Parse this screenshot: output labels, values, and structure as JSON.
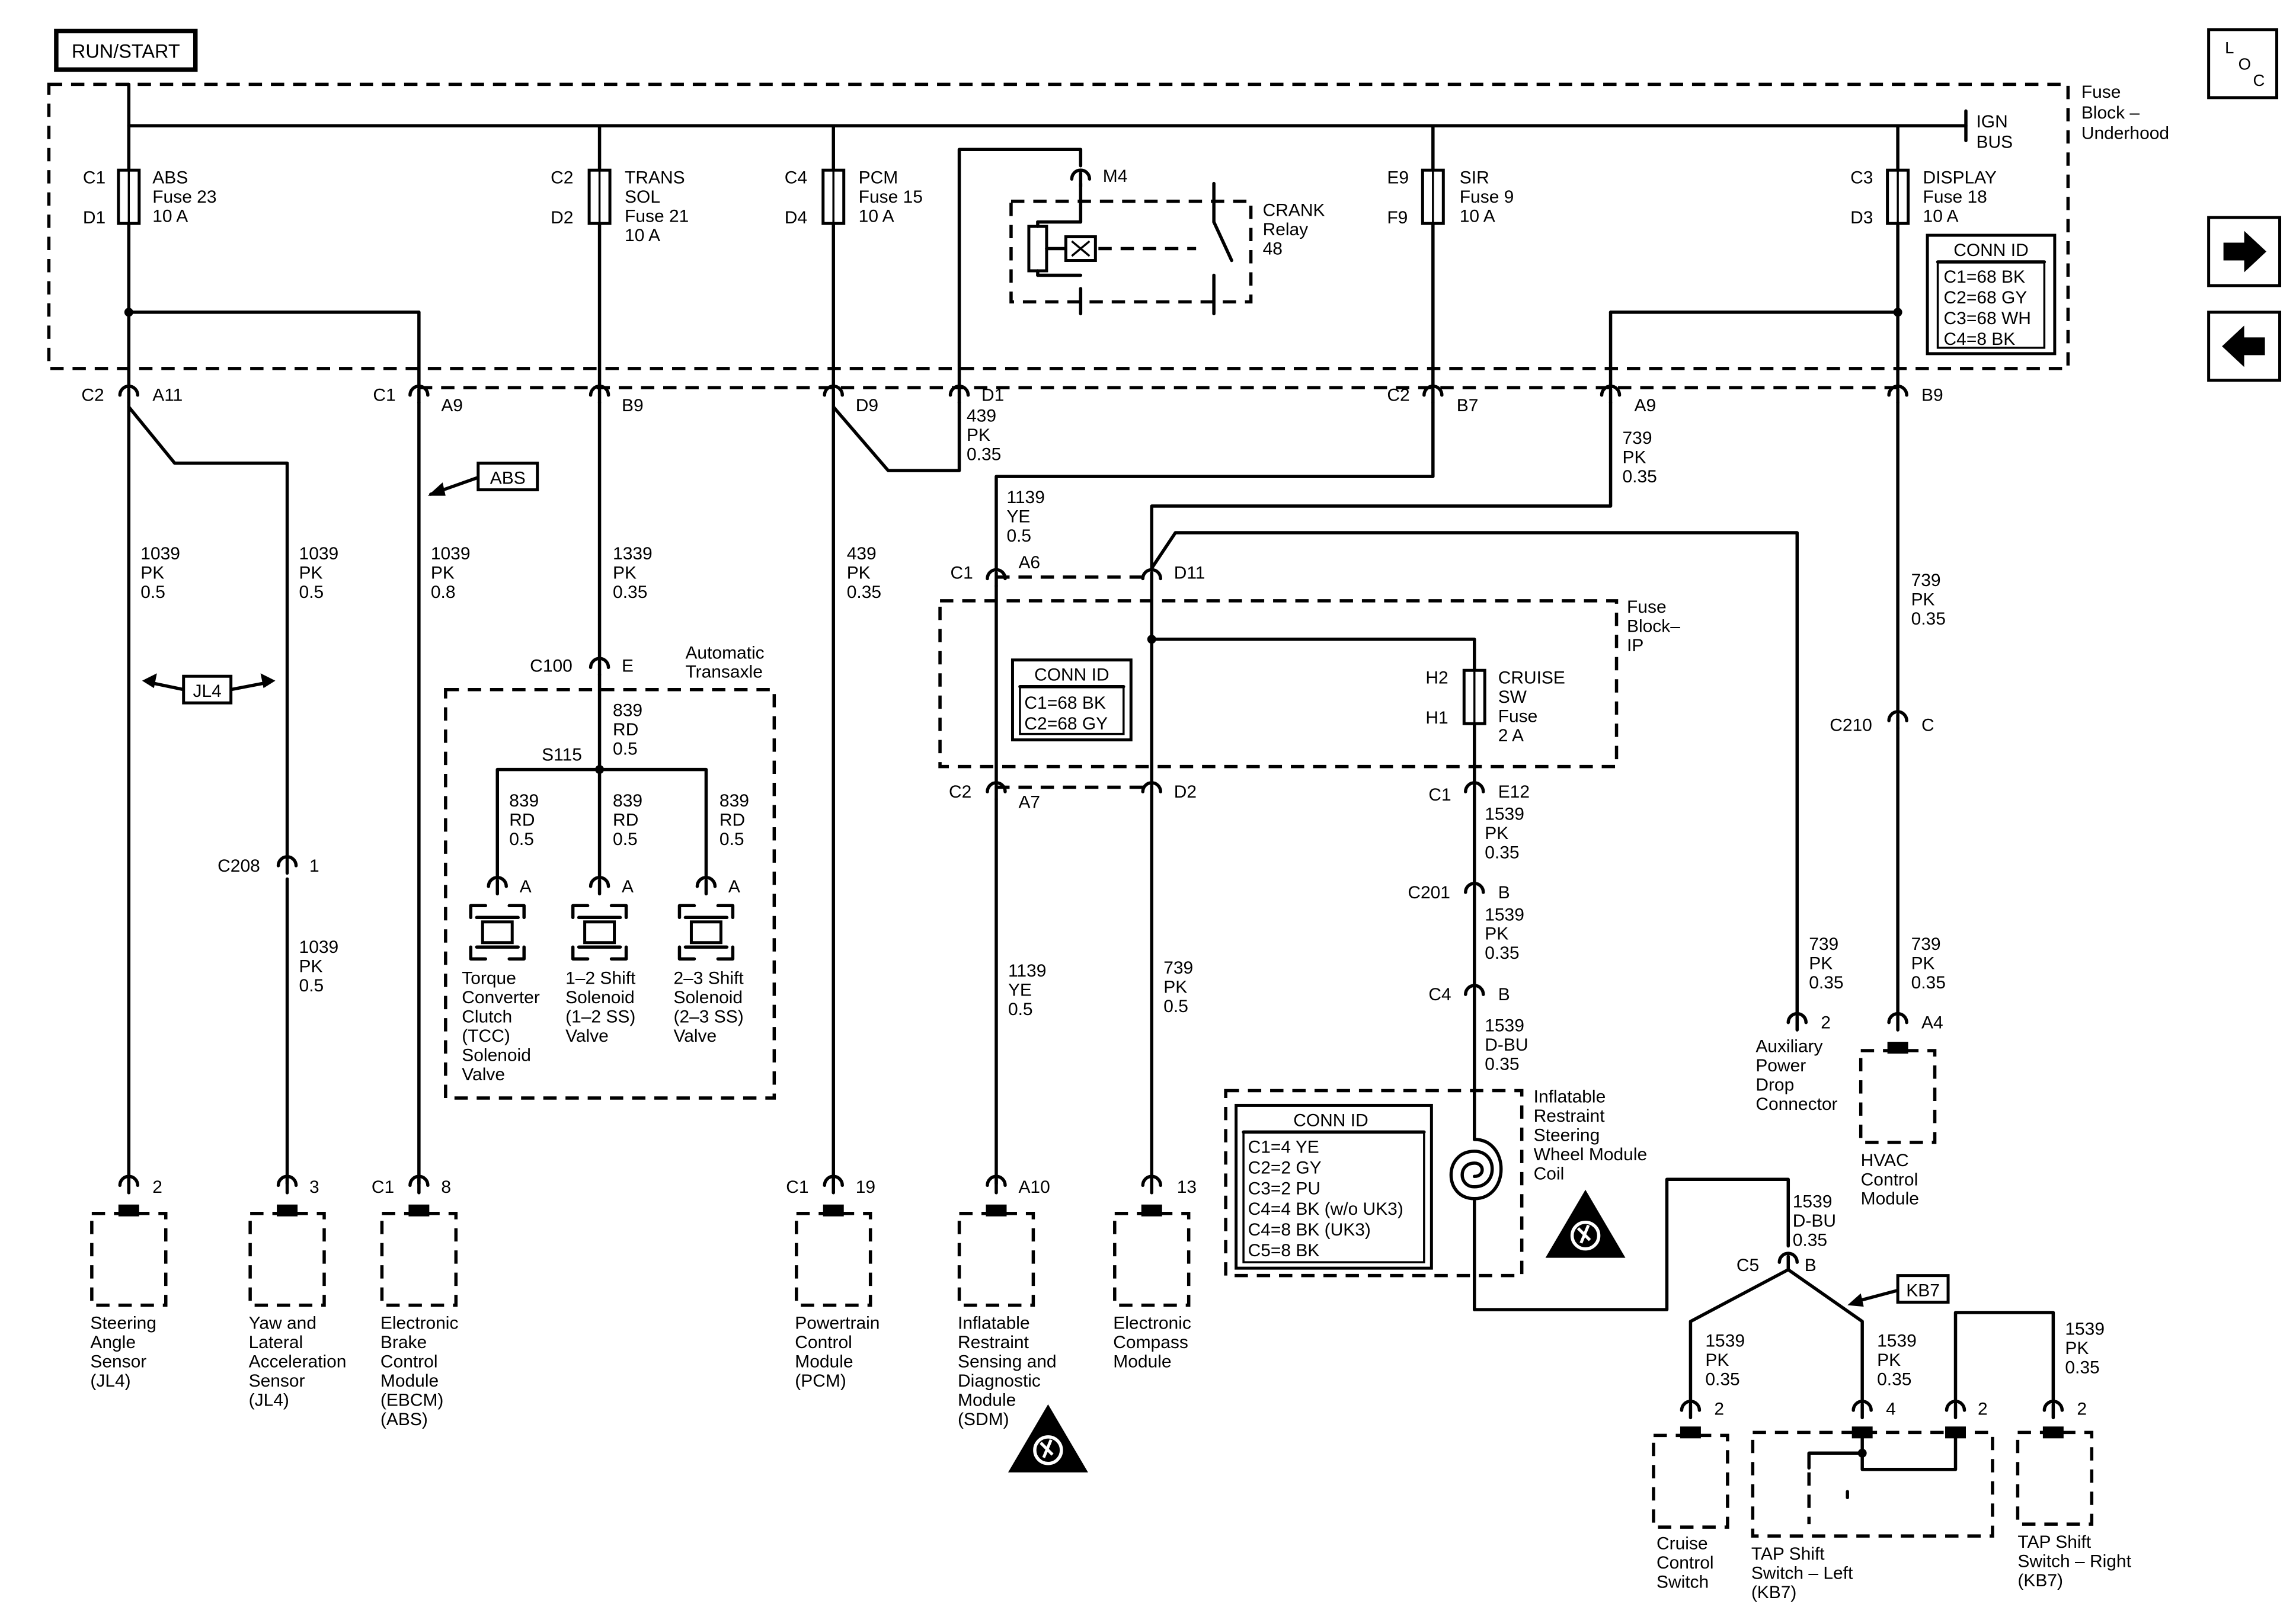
{
  "header": {
    "run_start": "RUN/START",
    "loc": [
      "L",
      "O",
      "C"
    ],
    "fuse_block_underhood": [
      "Fuse",
      "Block –",
      "Underhood"
    ],
    "ign_bus": [
      "IGN",
      "BUS"
    ]
  },
  "fuses": {
    "abs": {
      "pins": [
        "C1",
        "D1"
      ],
      "text": [
        "ABS",
        "Fuse 23",
        "10 A"
      ]
    },
    "trans": {
      "pins": [
        "C2",
        "D2"
      ],
      "text": [
        "TRANS",
        "SOL",
        "Fuse 21",
        "10 A"
      ]
    },
    "pcm": {
      "pins": [
        "C4",
        "D4"
      ],
      "text": [
        "PCM",
        "Fuse 15",
        "10 A"
      ]
    },
    "sir": {
      "pins": [
        "E9",
        "F9"
      ],
      "text": [
        "SIR",
        "Fuse 9",
        "10 A"
      ]
    },
    "display": {
      "pins": [
        "C3",
        "D3"
      ],
      "text": [
        "DISPLAY",
        "Fuse 18",
        "10 A"
      ]
    },
    "cruise": {
      "pins": [
        "H2",
        "H1"
      ],
      "text": [
        "CRUISE",
        "SW",
        "Fuse",
        "2 A"
      ]
    }
  },
  "relay": {
    "pin": "M4",
    "text": [
      "CRANK",
      "Relay",
      "48"
    ]
  },
  "conn_id_underhood": {
    "title": "CONN ID",
    "rows": [
      "C1=68 BK",
      "C2=68 GY",
      "C3=68 WH",
      "C4=8 BK"
    ]
  },
  "conn_id_ip": {
    "title": "CONN ID",
    "rows": [
      "C1=68 BK",
      "C2=68 GY"
    ]
  },
  "conn_id_coil": {
    "title": "CONN ID",
    "rows": [
      "C1=4 YE",
      "C2=2 GY",
      "C3=2 PU",
      "C4=4 BK (w/o UK3)",
      "C4=8 BK (UK3)",
      "C5=8 BK"
    ]
  },
  "connector_labels": {
    "c2a11": [
      "C2",
      "A11"
    ],
    "c1a9": [
      "C1",
      "A9"
    ],
    "b9": "B9",
    "d9": "D9",
    "d1": "D1",
    "c2b7": [
      "C2",
      "B7"
    ],
    "a9b": "A9",
    "b9b": "B9",
    "c1a6": [
      "C1",
      "A6"
    ],
    "d11": "D11",
    "c2a7": [
      "C2",
      "A7"
    ],
    "d2": "D2",
    "c1e12": [
      "C1",
      "E12"
    ],
    "c201": [
      "C201",
      "B"
    ],
    "c4b": [
      "C4",
      "B"
    ],
    "c100": [
      "C100",
      "E"
    ],
    "s115": "S115",
    "c208": [
      "C208",
      "1"
    ],
    "c210": [
      "C210",
      "C"
    ],
    "c5b": [
      "C5",
      "B"
    ],
    "pin2_sas": "2",
    "pin3_yaw": "3",
    "c1_8": [
      "C1",
      "8"
    ],
    "c1_19": [
      "C1",
      "19"
    ],
    "a10": "A10",
    "p13": "13",
    "apd2": "2",
    "a4": "A4",
    "sol_a1": "A",
    "sol_a2": "A",
    "sol_a3": "A",
    "ccs2": "2",
    "tapl4": "4",
    "tapl2": "2",
    "tapr2": "2"
  },
  "wires": {
    "w1039_sas": [
      "1039",
      "PK",
      "0.5"
    ],
    "w1039_yaw": [
      "1039",
      "PK",
      "0.5"
    ],
    "w1039_ebcm": [
      "1039",
      "PK",
      "0.8"
    ],
    "w1339": [
      "1339",
      "PK",
      "0.35"
    ],
    "w439_pcm": [
      "439",
      "PK",
      "0.35"
    ],
    "w439_d1": [
      "439",
      "PK",
      "0.35"
    ],
    "w839": [
      "839",
      "RD",
      "0.5"
    ],
    "w839_a": [
      "839",
      "RD",
      "0.5"
    ],
    "w839_b": [
      "839",
      "RD",
      "0.5"
    ],
    "w839_c": [
      "839",
      "RD",
      "0.5"
    ],
    "w1039_c208": [
      "1039",
      "PK",
      "0.5"
    ],
    "w1139_top": [
      "1139",
      "YE",
      "0.5"
    ],
    "w1139_bot": [
      "1139",
      "YE",
      "0.5"
    ],
    "w739_a9": [
      "739",
      "PK",
      "0.35"
    ],
    "w739_b9": [
      "739",
      "PK",
      "0.35"
    ],
    "w739_compass": [
      "739",
      "PK",
      "0.5"
    ],
    "w739_apd": [
      "739",
      "PK",
      "0.35"
    ],
    "w739_hvac": [
      "739",
      "PK",
      "0.35"
    ],
    "w1539_e12": [
      "1539",
      "PK",
      "0.35"
    ],
    "w1539_c201": [
      "1539",
      "PK",
      "0.35"
    ],
    "w1539_c4": [
      "1539",
      "D-BU",
      "0.35"
    ],
    "w1539_c5": [
      "1539",
      "D-BU",
      "0.35"
    ],
    "w1539_ccs": [
      "1539",
      "PK",
      "0.35"
    ],
    "w1539_tapl": [
      "1539",
      "PK",
      "0.35"
    ],
    "w1539_tapr": [
      "1539",
      "PK",
      "0.35"
    ]
  },
  "tags": {
    "abs": "ABS",
    "jl4": "JL4",
    "kb7": "KB7"
  },
  "groups": {
    "automatic_transaxle": [
      "Automatic",
      "Transaxle"
    ],
    "fuse_block_ip": [
      "Fuse",
      "Block–",
      "IP"
    ],
    "coil": [
      "Inflatable",
      "Restraint",
      "Steering",
      "Wheel Module",
      "Coil"
    ]
  },
  "components": {
    "sas": [
      "Steering",
      "Angle",
      "Sensor",
      "(JL4)"
    ],
    "yaw": [
      "Yaw and",
      "Lateral",
      "Acceleration",
      "Sensor",
      "(JL4)"
    ],
    "ebcm": [
      "Electronic",
      "Brake",
      "Control",
      "Module",
      "(EBCM)",
      "(ABS)"
    ],
    "tcc": [
      "Torque",
      "Converter",
      "Clutch",
      "(TCC)",
      "Solenoid",
      "Valve"
    ],
    "ss12": [
      "1–2 Shift",
      "Solenoid",
      "(1–2 SS)",
      "Valve"
    ],
    "ss23": [
      "2–3 Shift",
      "Solenoid",
      "(2–3 SS)",
      "Valve"
    ],
    "pcm": [
      "Powertrain",
      "Control",
      "Module",
      "(PCM)"
    ],
    "sdm": [
      "Inflatable",
      "Restraint",
      "Sensing and",
      "Diagnostic",
      "Module",
      "(SDM)"
    ],
    "compass": [
      "Electronic",
      "Compass",
      "Module"
    ],
    "apd": [
      "Auxiliary",
      "Power",
      "Drop",
      "Connector"
    ],
    "hvac": [
      "HVAC",
      "Control",
      "Module"
    ],
    "ccs": [
      "Cruise",
      "Control",
      "Switch"
    ],
    "tapl": [
      "TAP Shift",
      "Switch – Left",
      "(KB7)"
    ],
    "tapr": [
      "TAP Shift",
      "Switch – Right",
      "(KB7)"
    ]
  },
  "nav": {
    "next_icon": "right-arrow-icon",
    "prev_icon": "left-arrow-icon"
  }
}
